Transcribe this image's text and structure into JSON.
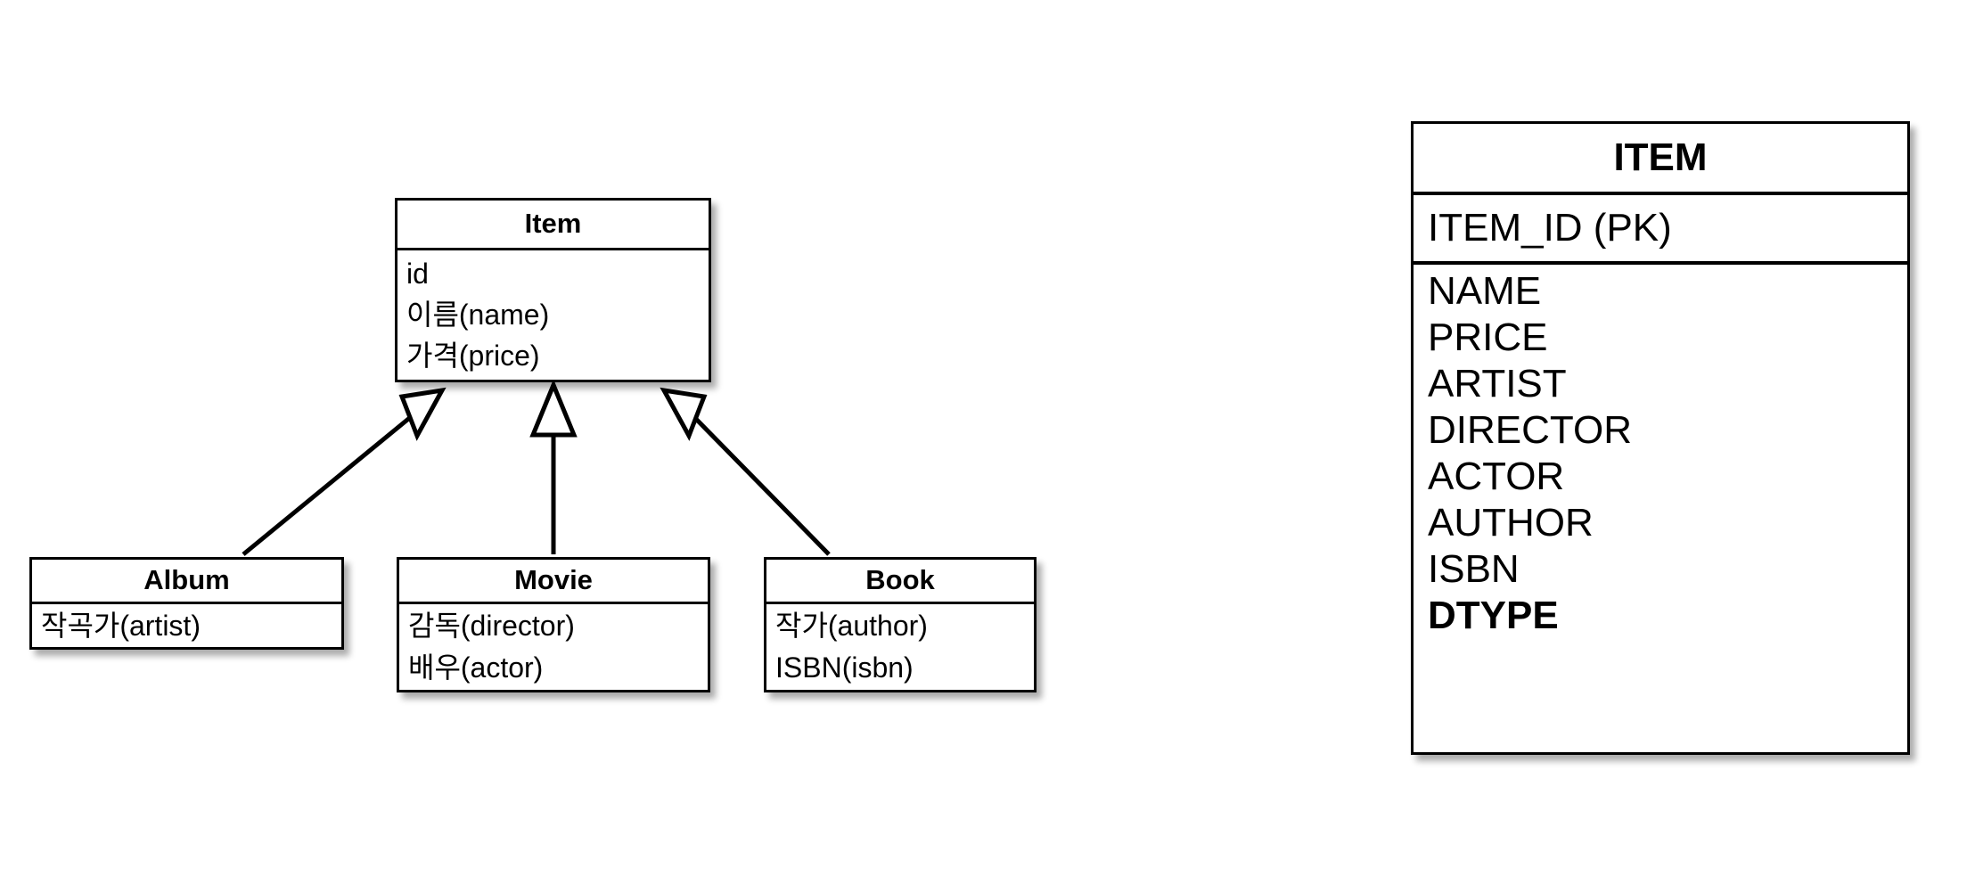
{
  "diagram": {
    "kind": "uml-class-inheritance-to-single-table",
    "background_color": "#ffffff",
    "line_color": "#000000",
    "text_color": "#000000"
  },
  "uml": {
    "superclass": {
      "name": "Item",
      "attributes": [
        "id",
        "이름(name)",
        "가격(price)"
      ]
    },
    "subclasses": [
      {
        "name": "Album",
        "attributes": [
          "작곡가(artist)"
        ]
      },
      {
        "name": "Movie",
        "attributes": [
          "감독(director)",
          "배우(actor)"
        ]
      },
      {
        "name": "Book",
        "attributes": [
          "작가(author)",
          "ISBN(isbn)"
        ]
      }
    ],
    "relationships": [
      {
        "from": "Album",
        "to": "Item",
        "type": "generalization"
      },
      {
        "from": "Movie",
        "to": "Item",
        "type": "generalization"
      },
      {
        "from": "Book",
        "to": "Item",
        "type": "generalization"
      }
    ]
  },
  "database": {
    "table": {
      "name": "ITEM",
      "primary_key": "ITEM_ID (PK)",
      "columns": [
        {
          "name": "NAME",
          "emphasis": "normal"
        },
        {
          "name": "PRICE",
          "emphasis": "normal"
        },
        {
          "name": "ARTIST",
          "emphasis": "normal"
        },
        {
          "name": "DIRECTOR",
          "emphasis": "normal"
        },
        {
          "name": "ACTOR",
          "emphasis": "normal"
        },
        {
          "name": "AUTHOR",
          "emphasis": "normal"
        },
        {
          "name": "ISBN",
          "emphasis": "normal"
        },
        {
          "name": "DTYPE",
          "emphasis": "bold"
        }
      ]
    }
  }
}
